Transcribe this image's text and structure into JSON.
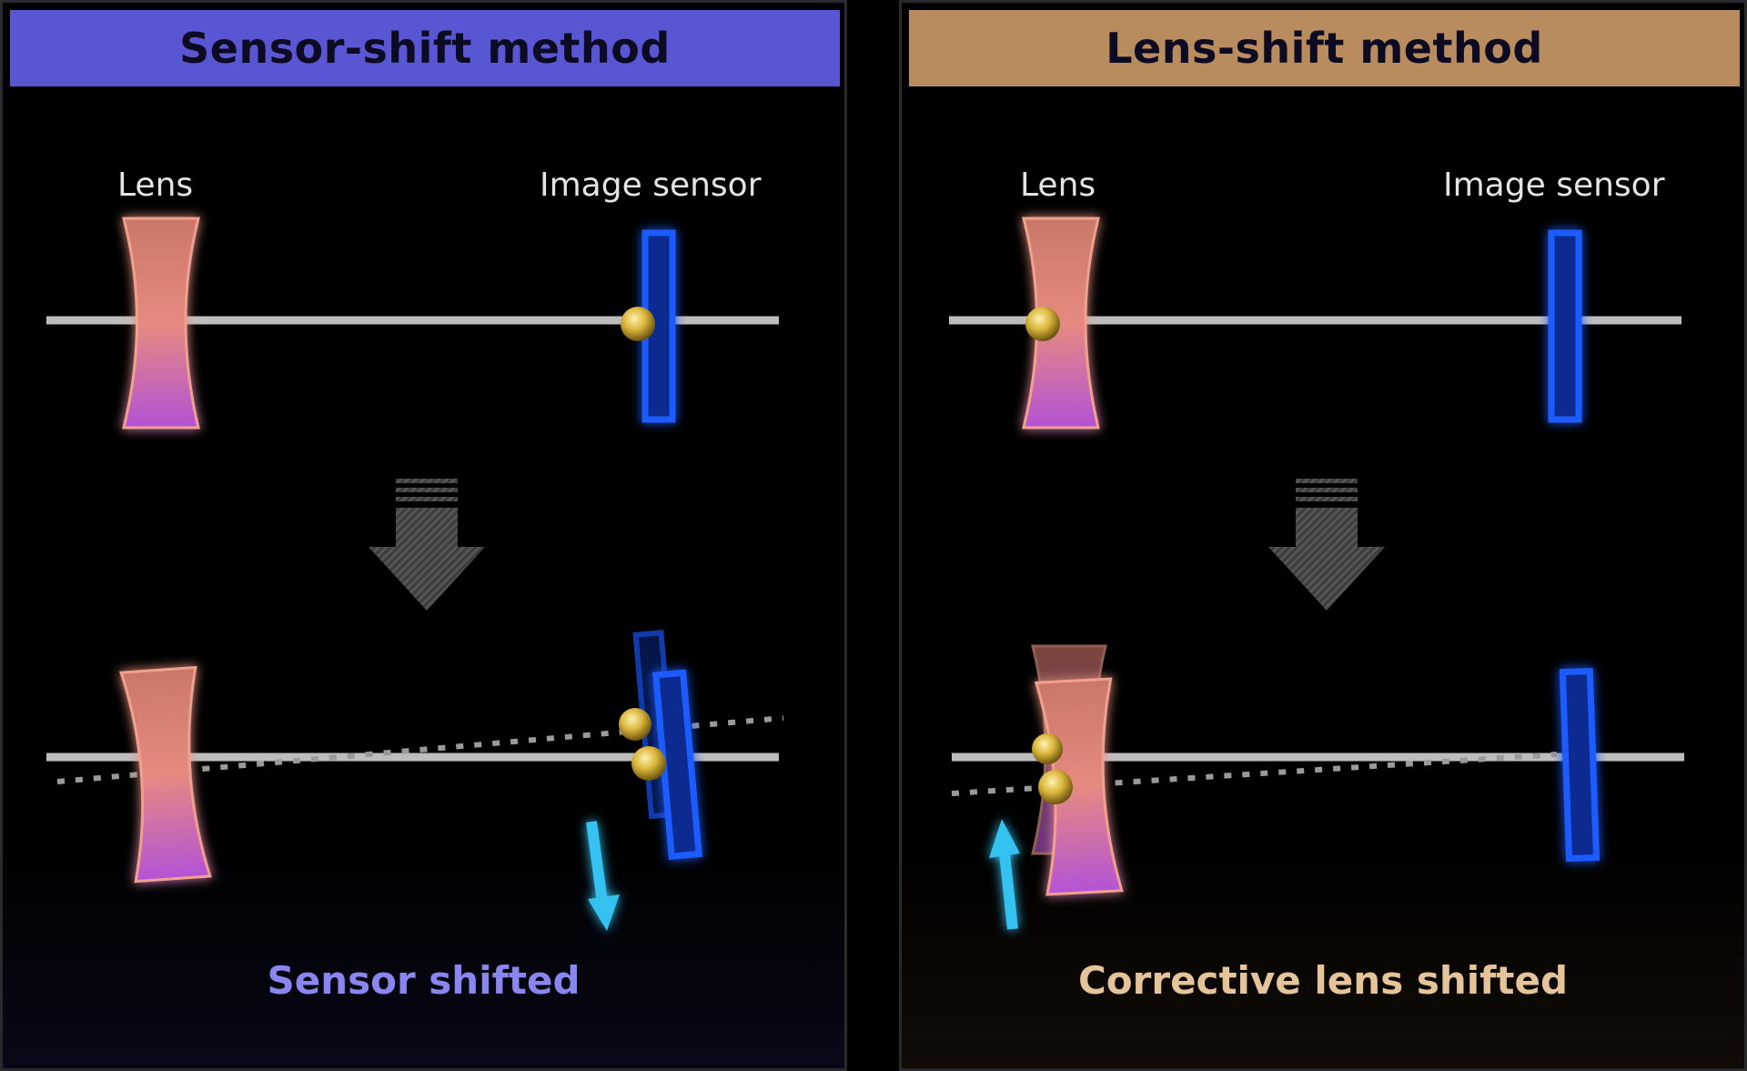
{
  "panels": {
    "left": {
      "title": "Sensor-shift method",
      "lens_label": "Lens",
      "sensor_label": "Image sensor",
      "caption": "Sensor shifted"
    },
    "right": {
      "title": "Lens-shift method",
      "lens_label": "Lens",
      "sensor_label": "Image sensor",
      "caption": "Corrective lens shifted"
    }
  },
  "colors": {
    "left_title_bg": "#5856d2",
    "right_title_bg": "#b98c5f",
    "left_caption": "#8a86f0",
    "right_caption": "#e6c49a",
    "sensor_blue": "#1a5cff",
    "arrow_cyan": "#35c2f0",
    "axis_gray": "#bdbdbd",
    "down_arrow_gray": "#4a4a4a",
    "lens_top": "#c97868",
    "lens_bottom": "#b452d6",
    "point_gold": "#d9b53a"
  }
}
